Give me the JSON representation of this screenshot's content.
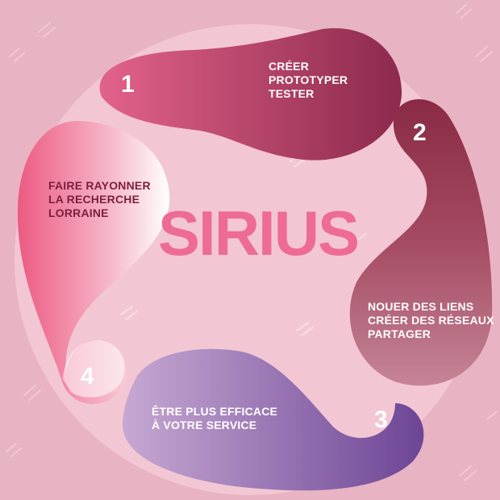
{
  "title": "SIRIUS",
  "colors": {
    "background": "#e8b3c2",
    "circle": "#f2c7d3",
    "title": "#ee6b95",
    "dark_text": "#7d1f3c",
    "light_text": "#ffffff"
  },
  "petals": [
    {
      "number": "1",
      "lines": [
        "CRÉER",
        "PROTOTYPER",
        "TESTER"
      ],
      "color": "#b13b64"
    },
    {
      "number": "2",
      "lines": [
        "NOUER DES LIENS",
        "CRÉER DES RÉSEAUX",
        "PARTAGER"
      ],
      "color": "#a5445d"
    },
    {
      "number": "3",
      "lines": [
        "ÊTRE PLUS EFFICACE",
        "À VOTRE SERVICE"
      ],
      "color": "#8e68ac"
    },
    {
      "number": "4",
      "lines": [
        "FAIRE RAYONNER",
        "LA RECHERCHE",
        "LORRAINE"
      ],
      "color": "#ee6e92"
    }
  ]
}
